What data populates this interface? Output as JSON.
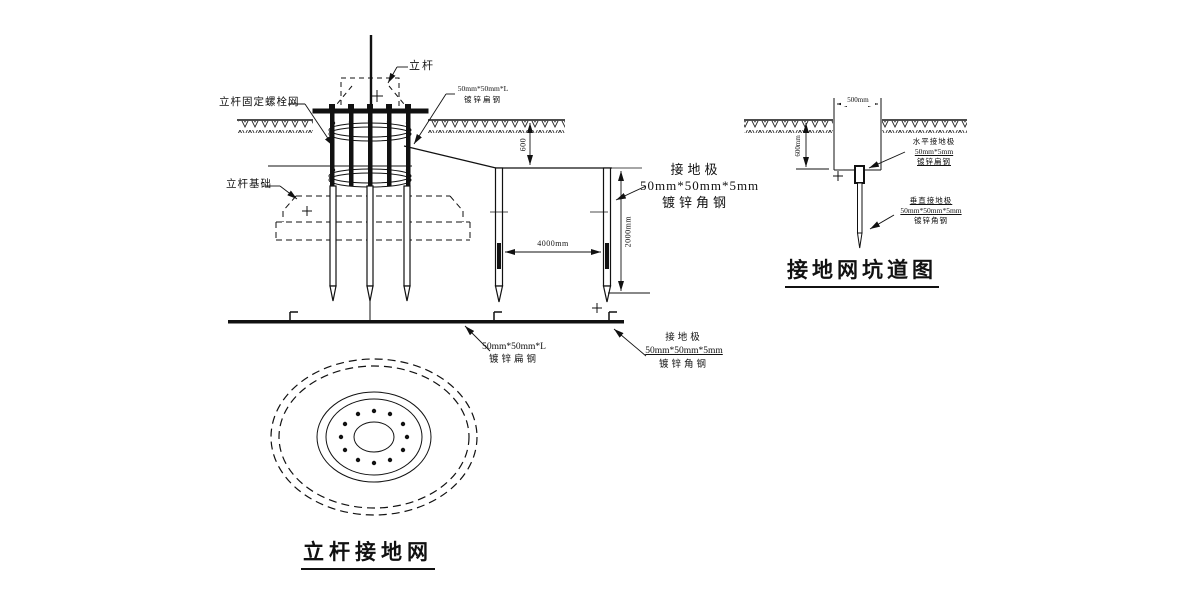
{
  "left": {
    "title": "立杆接地网",
    "pole_label": "立杆",
    "bolt_net_label": "立杆固定螺栓网",
    "foundation_label": "立杆基础",
    "flat_steel_top_line1": "50mm*50mm*L",
    "flat_steel_top_line2": "镀锌扁钢",
    "electrode_right_line1": "接地极",
    "electrode_right_line2": "50mm*50mm*5mm",
    "electrode_right_line3": "镀锌角钢",
    "flat_steel_bottom_line1": "50mm*50mm*L",
    "flat_steel_bottom_line2": "镀锌扁钢",
    "electrode_bottom_line1": "接地极",
    "electrode_bottom_line2": "50mm*50mm*5mm",
    "electrode_bottom_line3": "镀锌角钢",
    "dim_depth": "600",
    "dim_spacing": "4000mm",
    "dim_length": "2000mm"
  },
  "right": {
    "title": "接地网坑道图",
    "dim_width": "500mm",
    "dim_depth": "600mm",
    "horizontal_electrode_line1": "水平接地极",
    "horizontal_electrode_line2": "50mm*5mm",
    "horizontal_electrode_line3": "镀锌扁钢",
    "vertical_electrode_line1": "垂直接地极",
    "vertical_electrode_line2": "50mm*50mm*5mm",
    "vertical_electrode_line3": "镀锌角钢"
  },
  "colors": {
    "line": "#111111",
    "background": "#ffffff"
  }
}
